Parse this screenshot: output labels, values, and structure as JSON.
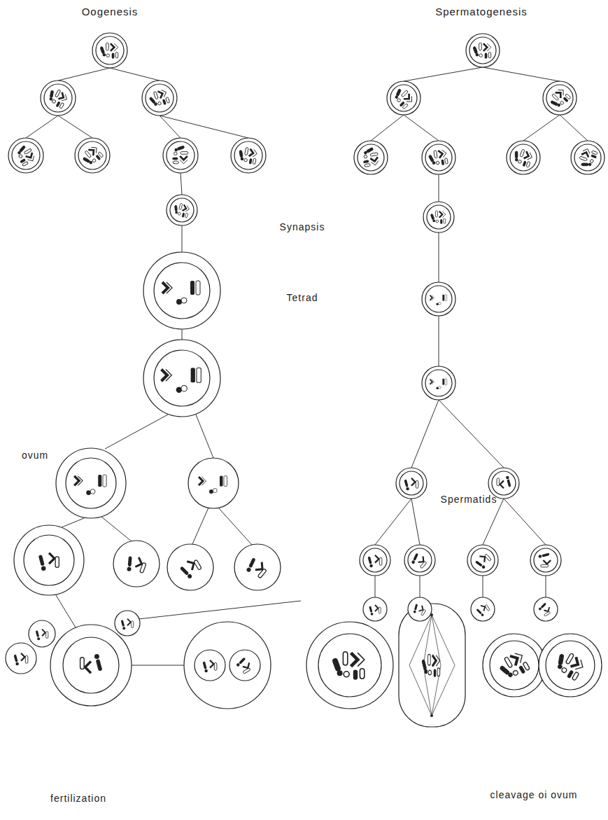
{
  "diagram": {
    "labels": [
      "Oogenesis",
      "Spermatogenesis",
      "Synapsis",
      "Tetrad",
      "ovum",
      "Spermatids",
      "fertilization",
      "cleavage oi ovum"
    ]
  }
}
